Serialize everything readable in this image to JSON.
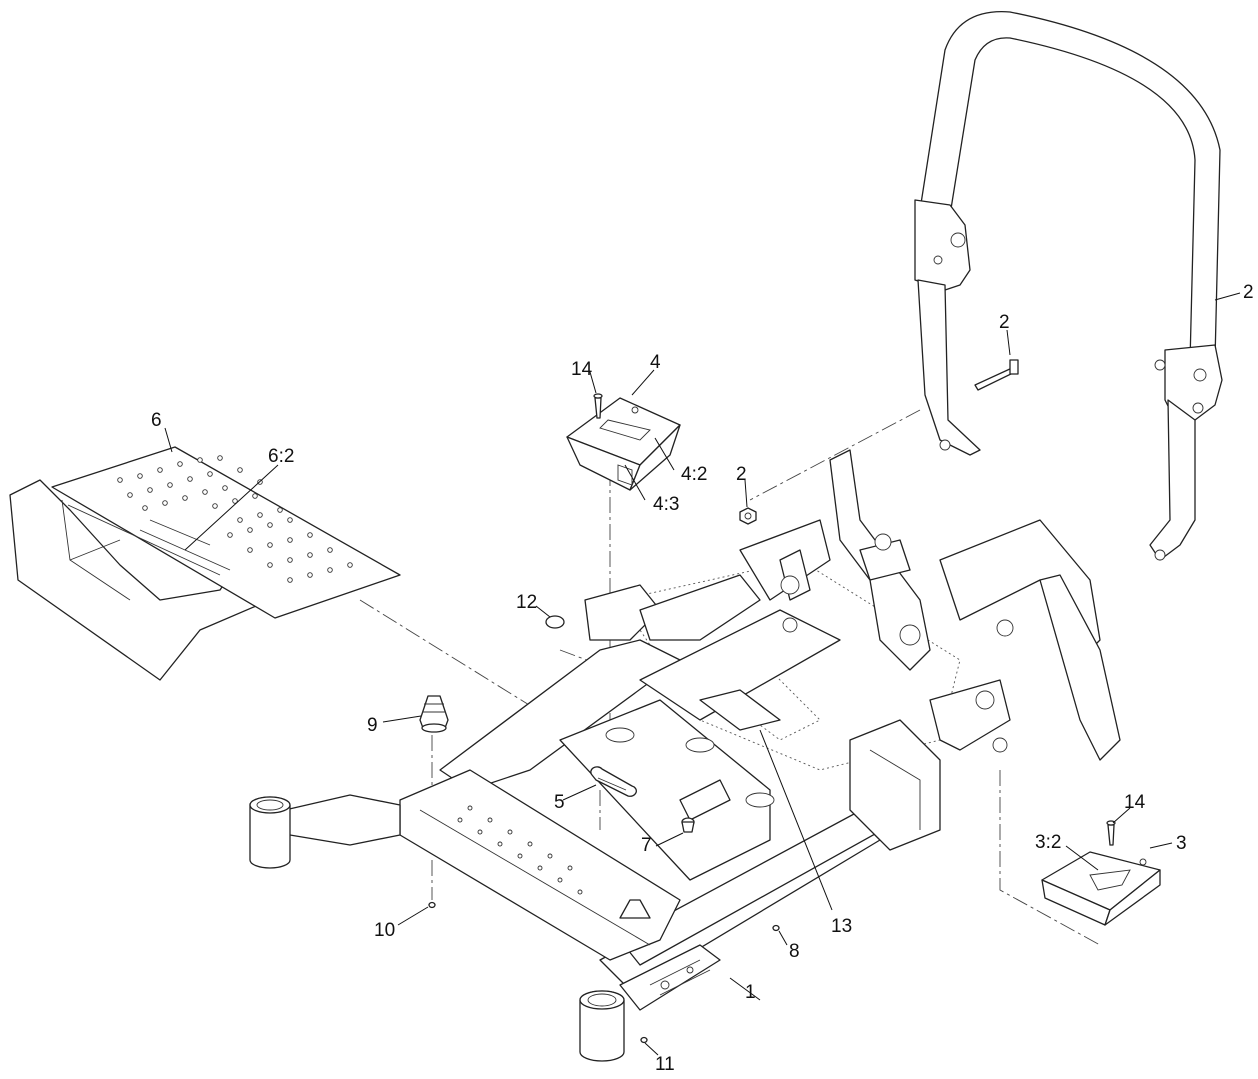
{
  "callouts": [
    {
      "id": "c-1",
      "text": "1"
    },
    {
      "id": "c-2-loop",
      "text": "2"
    },
    {
      "id": "c-2-bolt",
      "text": "2"
    },
    {
      "id": "c-2-nut",
      "text": "2"
    },
    {
      "id": "c-3",
      "text": "3"
    },
    {
      "id": "c-3-2",
      "text": "3:2"
    },
    {
      "id": "c-4",
      "text": "4"
    },
    {
      "id": "c-4-2",
      "text": "4:2"
    },
    {
      "id": "c-4-3",
      "text": "4:3"
    },
    {
      "id": "c-5",
      "text": "5"
    },
    {
      "id": "c-6",
      "text": "6"
    },
    {
      "id": "c-6-2",
      "text": "6:2"
    },
    {
      "id": "c-7",
      "text": "7"
    },
    {
      "id": "c-8",
      "text": "8"
    },
    {
      "id": "c-9",
      "text": "9"
    },
    {
      "id": "c-10",
      "text": "10"
    },
    {
      "id": "c-11",
      "text": "11"
    },
    {
      "id": "c-12",
      "text": "12"
    },
    {
      "id": "c-13",
      "text": "13"
    },
    {
      "id": "c-14-top",
      "text": "14"
    },
    {
      "id": "c-14-right",
      "text": "14"
    }
  ]
}
